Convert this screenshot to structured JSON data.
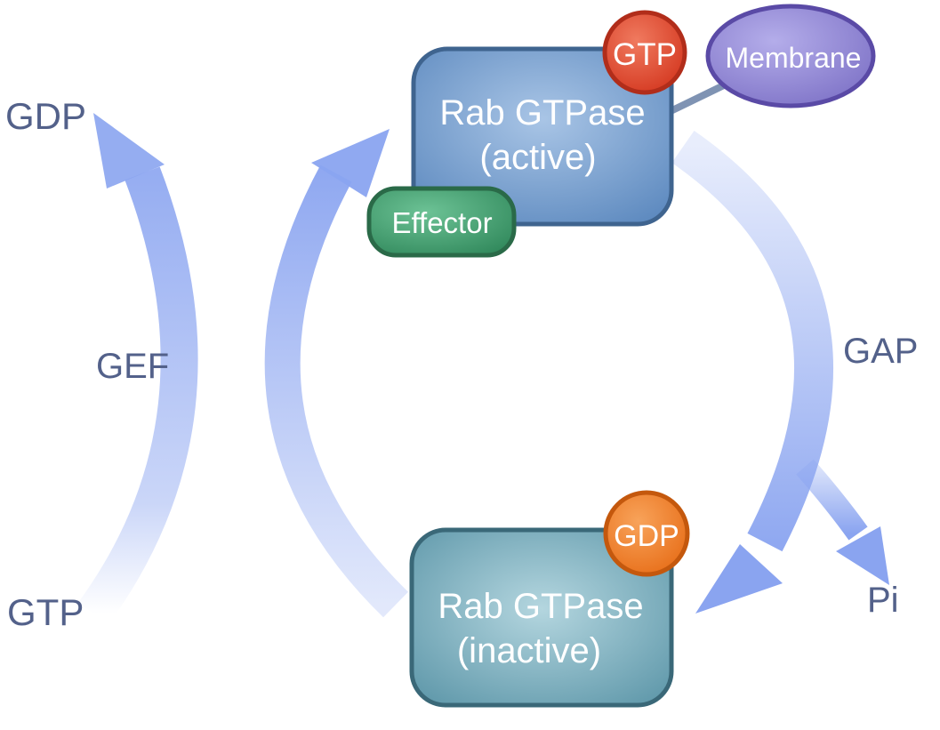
{
  "active_box": {
    "line1": "Rab GTPase",
    "line2": "(active)",
    "fill": "#6f9ac9",
    "border": "#3f648f"
  },
  "inactive_box": {
    "line1": "Rab GTPase",
    "line2": "(inactive)",
    "fill": "#79aebe",
    "border": "#3a6878"
  },
  "gtp_badge": {
    "label": "GTP",
    "fill": "#e2462c",
    "border": "#b12d1a"
  },
  "gdp_badge": {
    "label": "GDP",
    "fill": "#ef7d22",
    "border": "#c4580d"
  },
  "effector": {
    "label": "Effector",
    "fill": "#3f9a6a",
    "border": "#2a6a48"
  },
  "membrane": {
    "label": "Membrane",
    "fill": "#8a7fcd",
    "border": "#5a4aa6"
  },
  "labels": {
    "gdp_released": "GDP",
    "gtp_bound": "GTP",
    "gef": "GEF",
    "gap": "GAP",
    "pi": "Pi"
  },
  "colors": {
    "label_text": "#53618a",
    "arrow": "#8aa4f0"
  }
}
